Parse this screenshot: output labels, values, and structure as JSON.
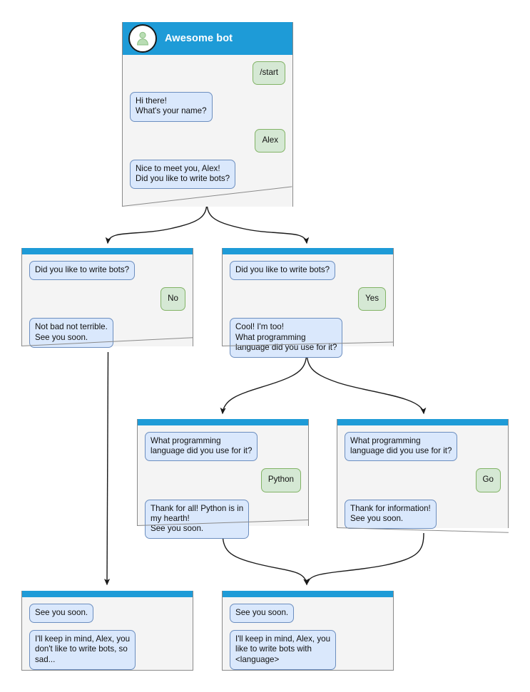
{
  "diagram": {
    "title": "Awesome bot chatbot conversation flow",
    "colors": {
      "header_blue": "#1e9bd7",
      "node_body": "#f4f4f4",
      "node_border": "#8a8a8a",
      "bot_bubble_fill": "#dae8fc",
      "bot_bubble_border": "#6c8ebf",
      "user_bubble_fill": "#d5e8d4",
      "user_bubble_border": "#82b366",
      "edge": "#1a1a1a",
      "title_text": "#ffffff"
    }
  },
  "nodes": [
    {
      "id": "root",
      "name": "start-node",
      "header_type": "titlebar",
      "avatar_icon": "user-avatar-icon",
      "bot_name": "Awesome bot",
      "messages": [
        {
          "from": "user",
          "text": "/start"
        },
        {
          "from": "bot",
          "text": "Hi there!\nWhat's your name?"
        },
        {
          "from": "user",
          "text": "Alex"
        },
        {
          "from": "bot",
          "text": "Nice to meet you, Alex!\nDid you like to write bots?"
        }
      ]
    },
    {
      "id": "no-branch",
      "name": "answer-no-node",
      "header_type": "bar",
      "messages": [
        {
          "from": "bot",
          "text": "Did you like to write bots?"
        },
        {
          "from": "user",
          "text": "No"
        },
        {
          "from": "bot",
          "text": "Not bad not terrible.\nSee you soon."
        }
      ]
    },
    {
      "id": "yes-branch",
      "name": "answer-yes-node",
      "header_type": "bar",
      "messages": [
        {
          "from": "bot",
          "text": "Did you like to write bots?"
        },
        {
          "from": "user",
          "text": "Yes"
        },
        {
          "from": "bot",
          "text": "Cool! I'm too!\nWhat programming\nlanguage did you use for it?"
        }
      ]
    },
    {
      "id": "python-branch",
      "name": "answer-python-node",
      "header_type": "bar",
      "messages": [
        {
          "from": "bot",
          "text": "What programming\nlanguage did you use for it?"
        },
        {
          "from": "user",
          "text": "Python"
        },
        {
          "from": "bot",
          "text": "Thank for all! Python is in\nmy hearth!\nSee you soon."
        }
      ]
    },
    {
      "id": "go-branch",
      "name": "answer-go-node",
      "header_type": "bar",
      "messages": [
        {
          "from": "bot",
          "text": "What programming\nlanguage did you use for it?"
        },
        {
          "from": "user",
          "text": "Go"
        },
        {
          "from": "bot",
          "text": "Thank for information!\nSee you soon."
        }
      ]
    },
    {
      "id": "end-no",
      "name": "end-node-no",
      "header_type": "bar",
      "messages": [
        {
          "from": "bot",
          "text": "See you soon."
        },
        {
          "from": "bot",
          "text": "I'll keep in mind, Alex, you\ndon't like to write bots, so\nsad..."
        }
      ]
    },
    {
      "id": "end-yes",
      "name": "end-node-yes",
      "header_type": "bar",
      "messages": [
        {
          "from": "bot",
          "text": "See you soon."
        },
        {
          "from": "bot",
          "text": "I'll keep in mind, Alex, you\nlike to write bots with\n<language>"
        }
      ]
    }
  ],
  "edges": [
    {
      "name": "edge-root-to-no",
      "from": "root",
      "to": "no-branch"
    },
    {
      "name": "edge-root-to-yes",
      "from": "root",
      "to": "yes-branch"
    },
    {
      "name": "edge-no-to-end",
      "from": "no-branch",
      "to": "end-no"
    },
    {
      "name": "edge-yes-to-python",
      "from": "yes-branch",
      "to": "python-branch"
    },
    {
      "name": "edge-yes-to-go",
      "from": "yes-branch",
      "to": "go-branch"
    },
    {
      "name": "edge-python-to-end",
      "from": "python-branch",
      "to": "end-yes"
    },
    {
      "name": "edge-go-to-end",
      "from": "go-branch",
      "to": "end-yes"
    }
  ]
}
